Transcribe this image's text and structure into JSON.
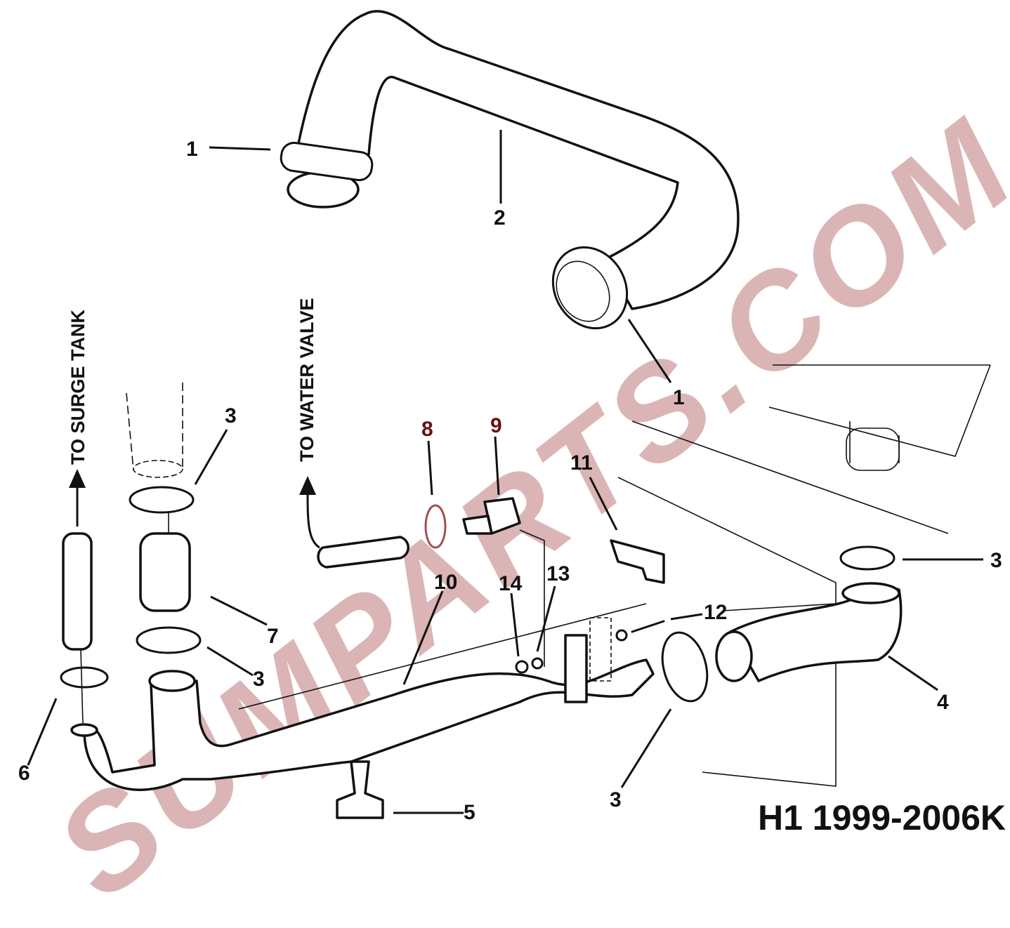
{
  "diagram": {
    "title_code": "H1 1999-2006K",
    "watermark": "SUMPARTS.COM",
    "directions": {
      "surge_tank": "TO SURGE TANK",
      "water_valve": "TO WATER VALVE"
    },
    "callouts": [
      {
        "id": "c1a",
        "text": "1"
      },
      {
        "id": "c2",
        "text": "2"
      },
      {
        "id": "c1b",
        "text": "1"
      },
      {
        "id": "c3a",
        "text": "3"
      },
      {
        "id": "c8",
        "text": "8"
      },
      {
        "id": "c9",
        "text": "9"
      },
      {
        "id": "c11",
        "text": "11"
      },
      {
        "id": "c3b",
        "text": "3"
      },
      {
        "id": "c7",
        "text": "7"
      },
      {
        "id": "c10",
        "text": "10"
      },
      {
        "id": "c14",
        "text": "14"
      },
      {
        "id": "c13",
        "text": "13"
      },
      {
        "id": "c12",
        "text": "12"
      },
      {
        "id": "c3c",
        "text": "3"
      },
      {
        "id": "c4",
        "text": "4"
      },
      {
        "id": "c6",
        "text": "6"
      },
      {
        "id": "c3d",
        "text": "3"
      },
      {
        "id": "c5",
        "text": "5"
      }
    ]
  }
}
